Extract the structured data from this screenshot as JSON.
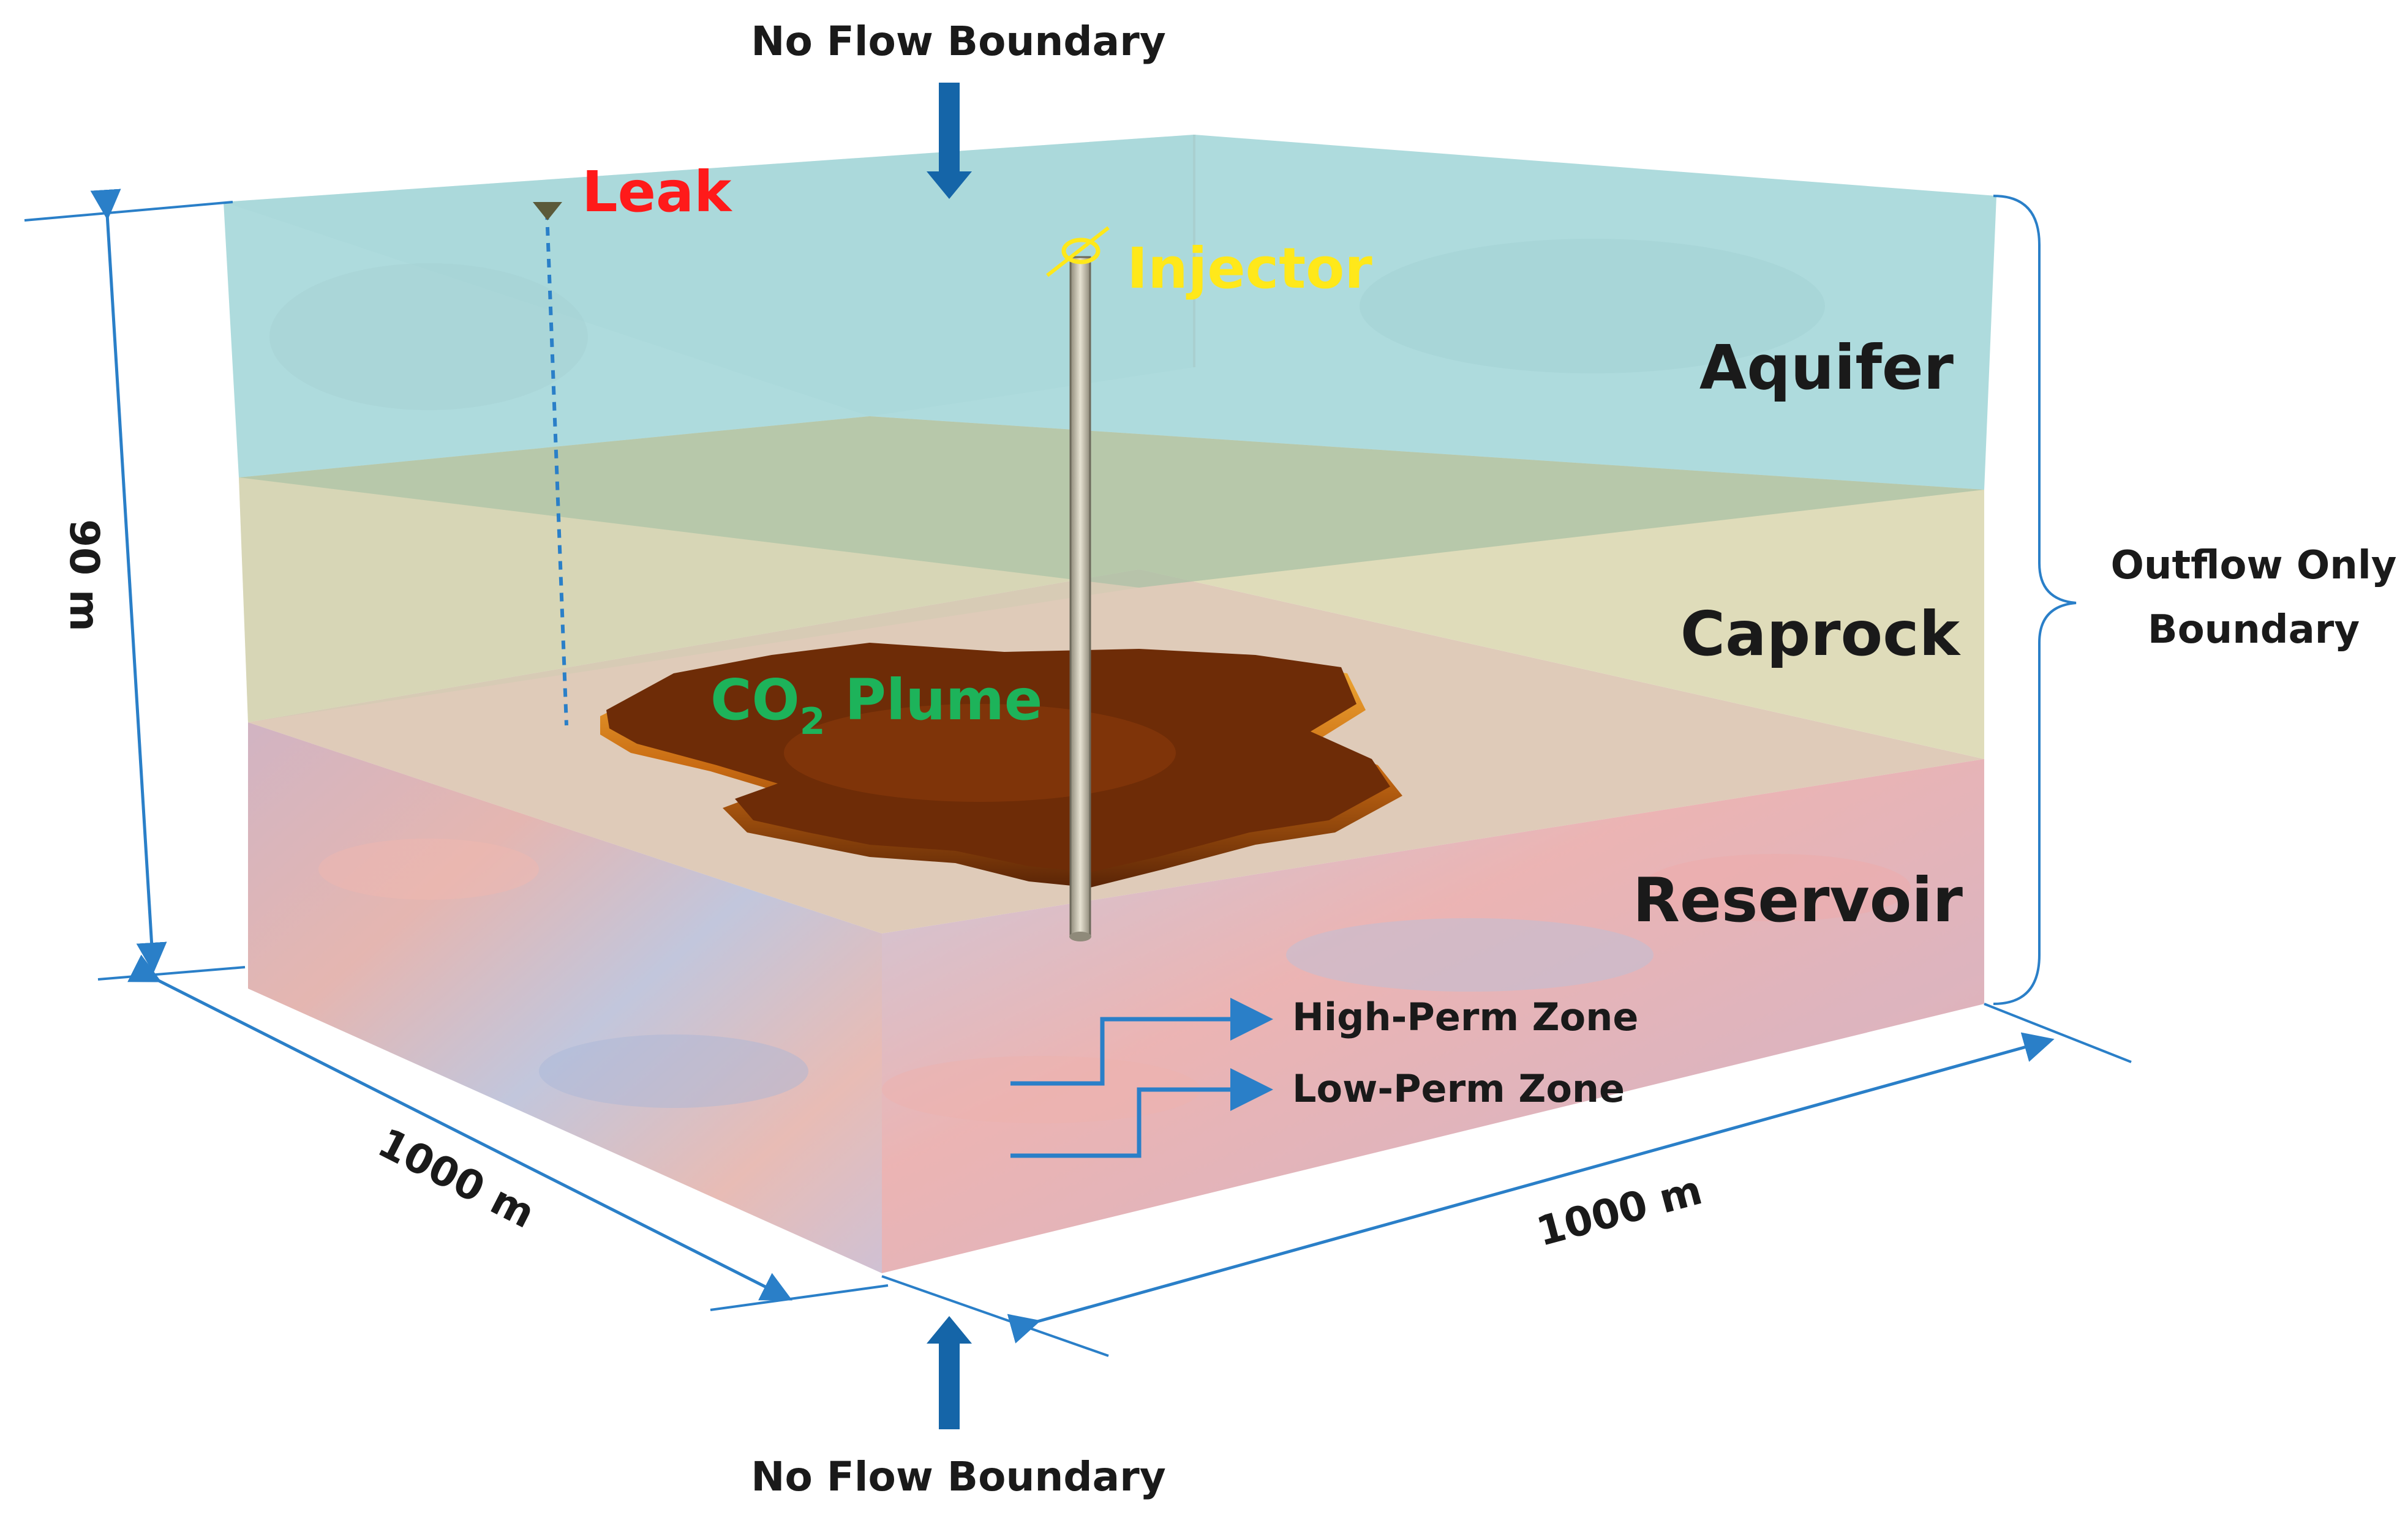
{
  "labels": {
    "top_boundary": "No Flow Boundary",
    "bottom_boundary": "No Flow Boundary",
    "leak": "Leak",
    "injector": "Injector",
    "aquifer": "Aquifer",
    "caprock": "Caprock",
    "reservoir": "Reservoir",
    "plume_prefix": "CO",
    "plume_subscript": "2",
    "plume_suffix": " Plume",
    "outflow_line1": "Outflow Only",
    "outflow_line2": "Boundary",
    "high_perm": "High-Perm Zone",
    "low_perm": "Low-Perm Zone",
    "depth": "90 m",
    "width_left": "1000 m",
    "width_right": "1000 m"
  },
  "colors": {
    "leak": "#ff1a1a",
    "injector": "#ffe81a",
    "plume_label": "#1db35a",
    "dimension_lines": "#2a7fc8",
    "boundary_arrow": "#1565a8",
    "aquifer": "#8fcdd0",
    "caprock": "#ddd9b4",
    "reservoir": "#d9a3a8",
    "plume": "#7a3208"
  }
}
